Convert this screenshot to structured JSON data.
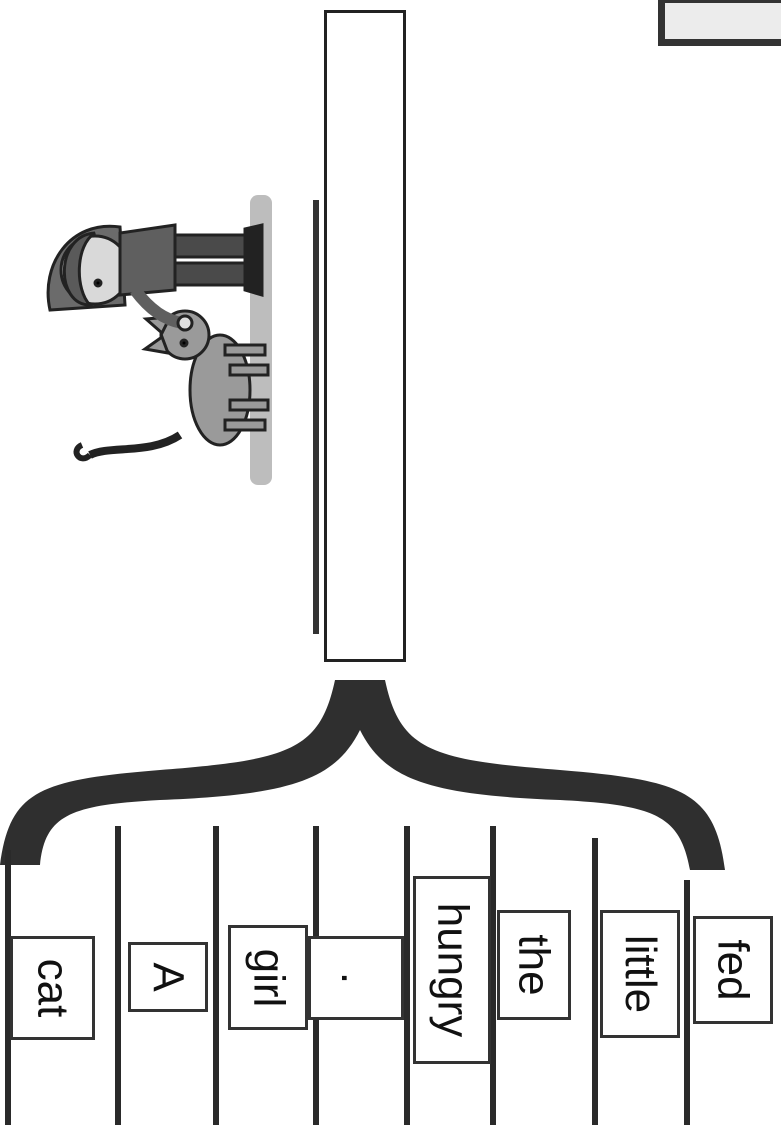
{
  "worksheet": {
    "words": [
      "cat",
      "A",
      "girl",
      ".",
      "hungry",
      "the",
      "little",
      "fed"
    ],
    "illustration_icon": "girl-petting-cat-icon",
    "corner_label": ""
  }
}
